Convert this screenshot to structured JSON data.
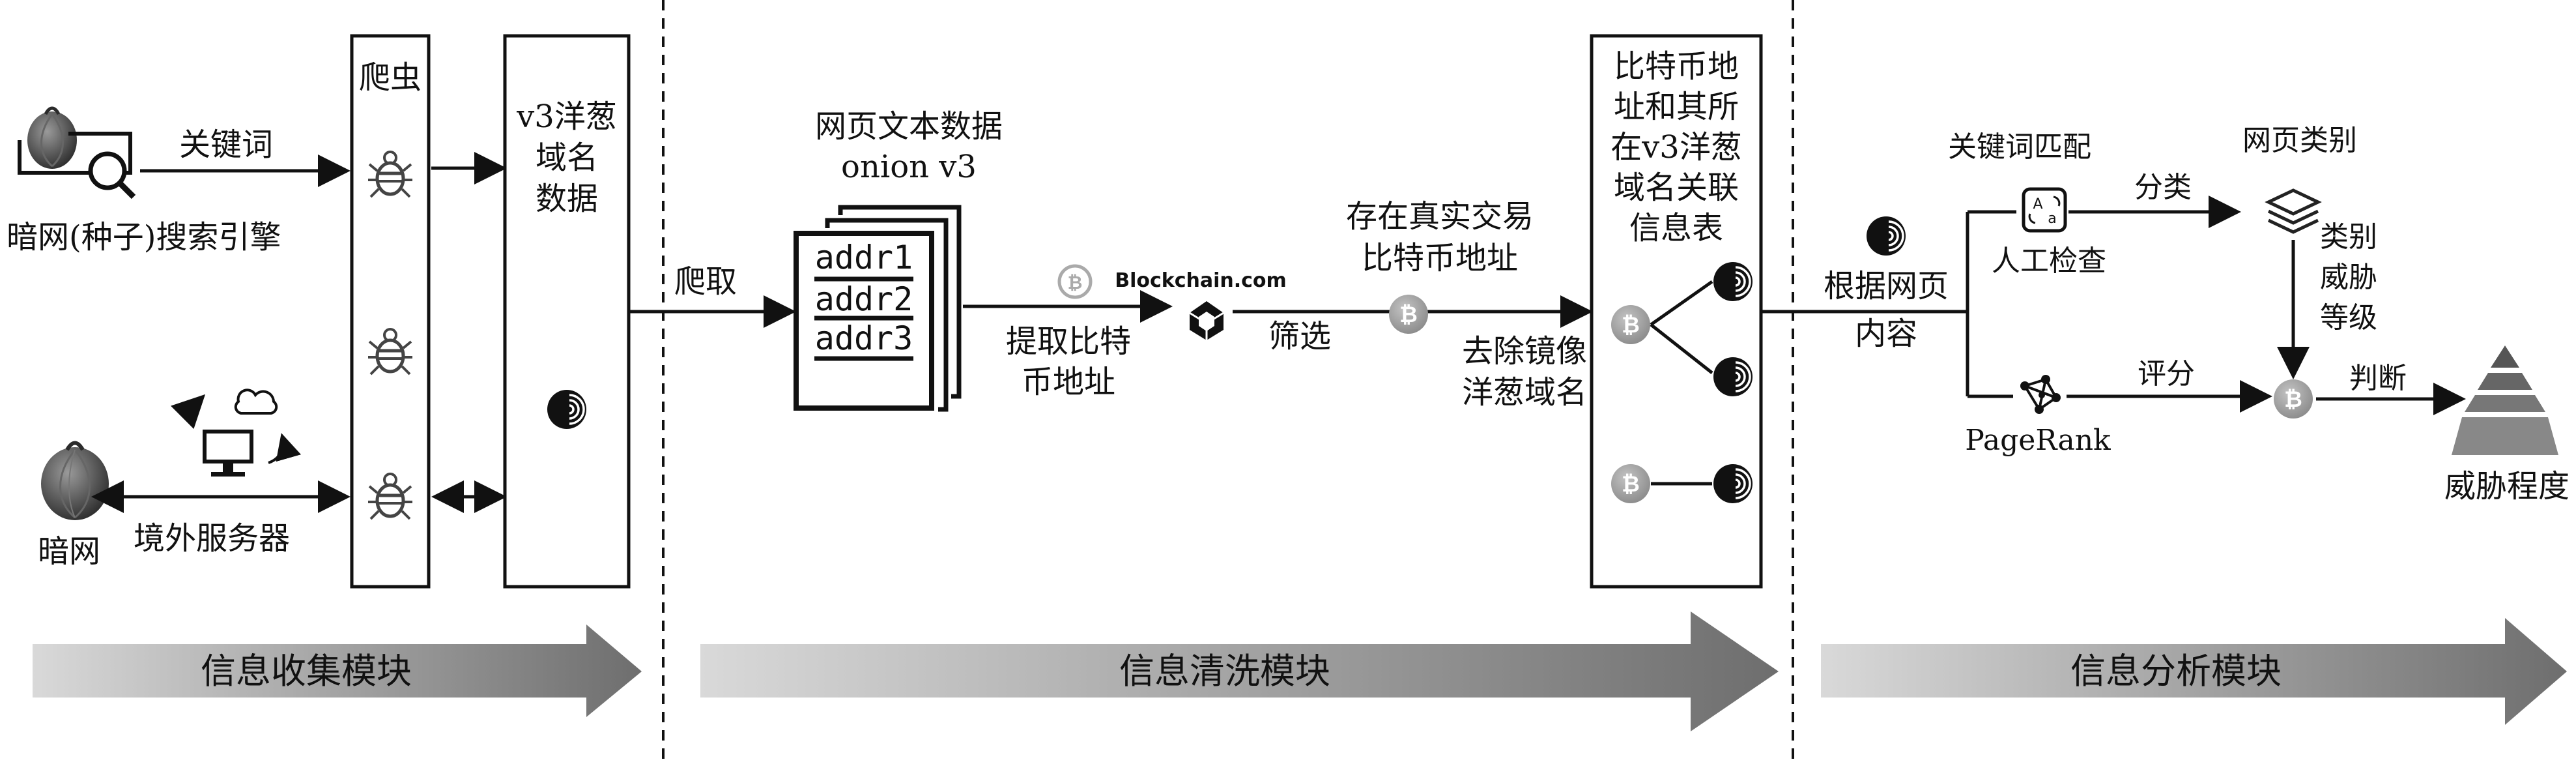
{
  "colors": {
    "line": "#111111",
    "banner_light": "#d9d9d9",
    "banner_dark": "#6e6e6e",
    "bitcoin_gray": "#9a9a9a",
    "onion_dark": "#2b2b2b"
  },
  "icons": {
    "onion": "tor-onion-icon",
    "search": "search-icon",
    "crawler": "bug-icon",
    "tor_browser": "tor-browser-icon",
    "bitcoin": "bitcoin-icon",
    "blockchain": "blockchain-cube-icon",
    "translate": "translate-icon",
    "layers": "layers-icon",
    "network": "network-graph-icon",
    "pyramid": "pyramid-icon",
    "server": "server-computer-icon"
  },
  "collection": {
    "search_engine_label": "暗网(种子)搜索引擎",
    "keywords_label": "关键词",
    "darknet_label": "暗网",
    "overseas_server_label": "境外服务器",
    "crawler_title": "爬虫",
    "v3_domain_lines": [
      "v3洋葱",
      "域名",
      "数据"
    ]
  },
  "cleaning": {
    "crawl_label": "爬取",
    "page_text_lines": [
      "网页文本数据",
      "onion v3"
    ],
    "addresses": [
      "addr1",
      "addr2",
      "addr3"
    ],
    "extract_lines": [
      "提取比特",
      "币地址"
    ],
    "blockchain_label": "Blockchain.com",
    "real_tx_lines": [
      "存在真实交易",
      "比特币地址"
    ],
    "filter_label": "筛选",
    "mirror_lines": [
      "去除镜像",
      "洋葱域名"
    ],
    "table_lines": [
      "比特币地",
      "址和其所",
      "在v3洋葱",
      "域名关联",
      "信息表"
    ]
  },
  "analysis": {
    "by_content_lines": [
      "根据网页",
      "内容"
    ],
    "keyword_match_label": "关键词匹配",
    "manual_check_label": "人工检查",
    "classify_label": "分类",
    "category_label": "网页类别",
    "pagerank_label": "PageRank",
    "score_label": "评分",
    "category_threat_lines": [
      "类别",
      "威胁",
      "等级"
    ],
    "judge_label": "判断",
    "threat_degree_label": "威胁程度"
  },
  "modules": {
    "collection": "信息收集模块",
    "cleaning": "信息清洗模块",
    "analysis": "信息分析模块"
  }
}
